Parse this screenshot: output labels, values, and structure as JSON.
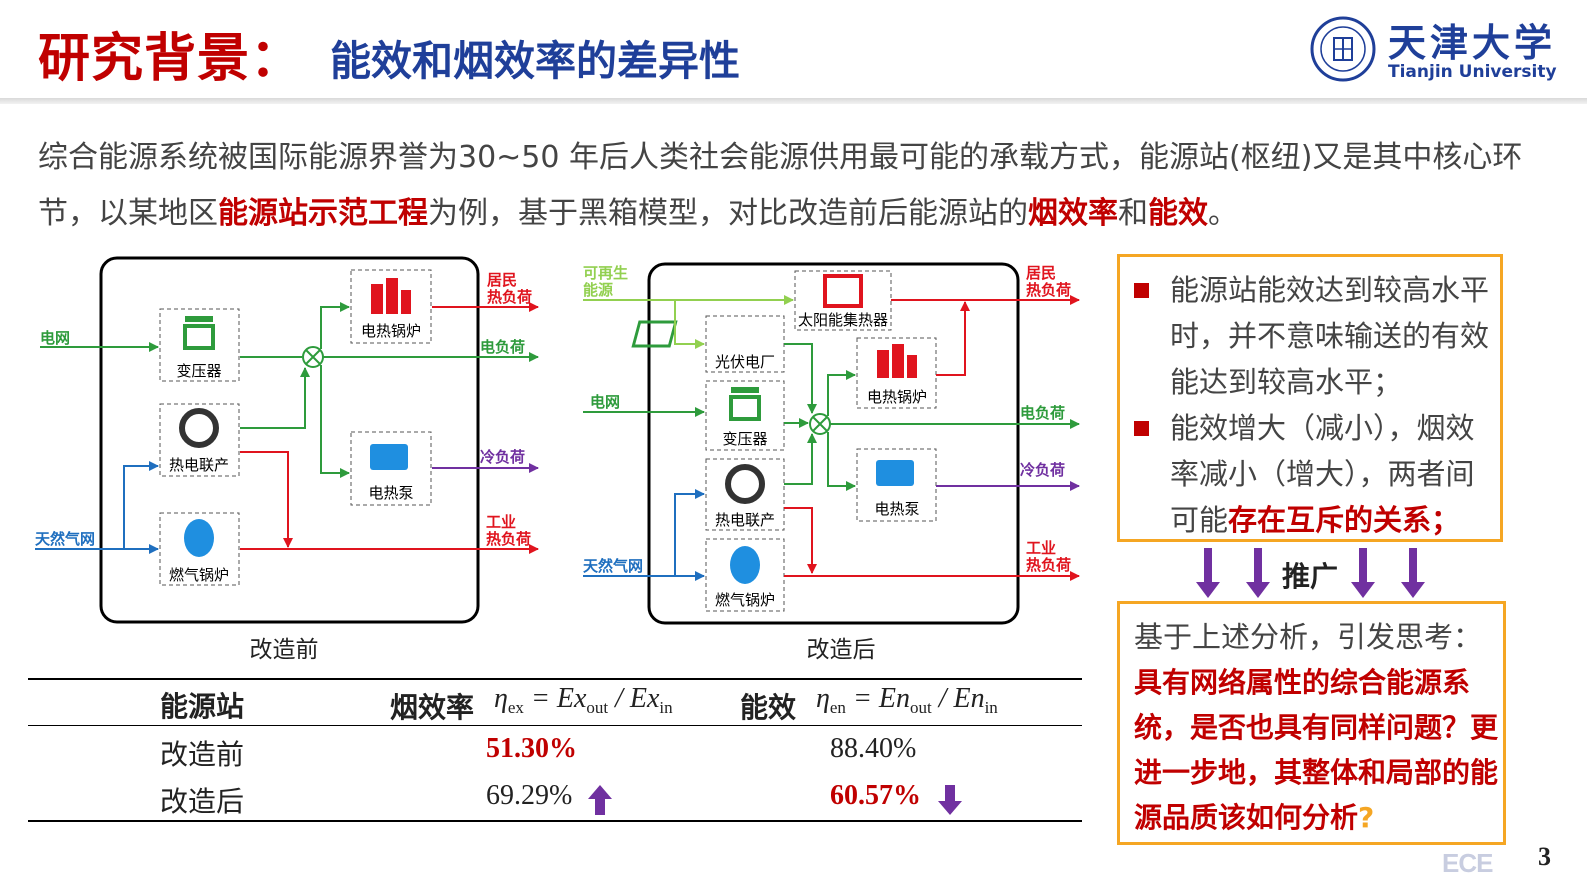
{
  "header": {
    "title_main": "研究背景：",
    "title_sub": "能效和烟效率的差异性",
    "university_cn": "天津大学",
    "university_en": "Tianjin University"
  },
  "intro": {
    "part1": "综合能源系统被国际能源界誉为30~50 年后人类社会能源供用最可能的承载方式，能源站(枢纽)又是其中核心环节，以某地区",
    "hl1": "能源站示范工程",
    "part2": "为例，基于黑箱模型，对比改造前后能源站的",
    "hl2": "烟效率",
    "part3": "和",
    "hl3": "能效",
    "part4": "。"
  },
  "diagram_before": {
    "caption": "改造前",
    "inputs": [
      "电网",
      "天然气网"
    ],
    "devices": [
      "变压器",
      "热电联产",
      "燃气锅炉",
      "电热锅炉",
      "电热泵"
    ],
    "outputs": [
      "居民\n热负荷",
      "电负荷",
      "冷负荷",
      "工业\n热负荷"
    ]
  },
  "diagram_after": {
    "caption": "改造后",
    "inputs": [
      "可再生\n能源",
      "电网",
      "天然气网"
    ],
    "devices": [
      "太阳能集热器",
      "光伏电厂",
      "变压器",
      "热电联产",
      "燃气锅炉",
      "电热锅炉",
      "电热泵"
    ],
    "outputs": [
      "居民\n热负荷",
      "电负荷",
      "冷负荷",
      "工业\n热负荷"
    ]
  },
  "colors": {
    "grid": "#2e9b3c",
    "gas": "#1f6fbf",
    "heat": "#e0141e",
    "cold": "#7030a0",
    "renew": "#92d050",
    "accent": "#c00000",
    "box_border": "#f5a623"
  },
  "table": {
    "header": {
      "station": "能源站",
      "exergy_label": "烟效率",
      "energy_label": "能效"
    },
    "formula_ex": {
      "eta": "η",
      "eta_sub": "ex",
      "lhs": "Ex",
      "lhs_sub": "out",
      "rhs": "Ex",
      "rhs_sub": "in"
    },
    "formula_en": {
      "eta": "η",
      "eta_sub": "en",
      "lhs": "En",
      "lhs_sub": "out",
      "rhs": "En",
      "rhs_sub": "in"
    },
    "rows": [
      {
        "label": "改造前",
        "exergy": "51.30%",
        "energy": "88.40%"
      },
      {
        "label": "改造后",
        "exergy": "69.29%",
        "energy": "60.57%"
      }
    ]
  },
  "right_panel": {
    "bullet1": "能源站能效达到较高水平时，并不意味输送的有效能达到较高水平；",
    "bullet2_pre": "能效增大（减小），烟效率减小（增大），两者间可能",
    "bullet2_hl": "存在互斥的关系；",
    "arrow_label": "推广",
    "box2_head": "基于上述分析，引发思考：",
    "box2_body": "具有网络属性的综合能源系统，是否也具有同样问题？更进一步地，其整体和局部的能源品质该如何分析",
    "box2_q": "?"
  },
  "footer": {
    "page": "3",
    "logo": "ECE"
  }
}
